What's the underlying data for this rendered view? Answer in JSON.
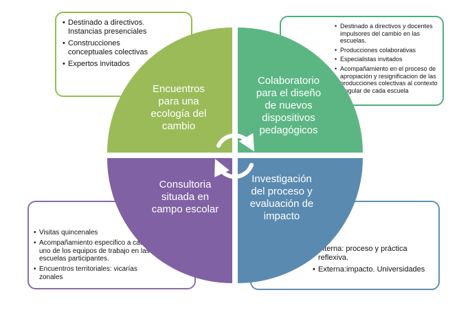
{
  "colors": {
    "green_light": "#9bbb59",
    "green": "#5cb683",
    "purple": "#8061a4",
    "blue": "#5b8ab0",
    "box_tl_border": "#8fbf4a",
    "box_tr_border": "#4caf7a",
    "box_bl_border": "#8a6aa8",
    "box_br_border": "#5f8fb0"
  },
  "quadrants": {
    "top_left": {
      "label": "Encuentros\npara una\necología del\ncambio"
    },
    "top_right": {
      "label": "Colaboratorio\npara  el diseño\nde nuevos\ndispositivos\npedagógicos"
    },
    "bottom_left": {
      "label": "Consultoria\nsituada en\ncampo escolar"
    },
    "bottom_right": {
      "label": "Investigación\ndel proceso y\nevaluación de\nimpacto"
    }
  },
  "boxes": {
    "top_left": {
      "items": [
        "Destinado a directivos.\nInstancias presenciales",
        "Construcciones\nconceptuales colectivas",
        "Expertos invitados"
      ]
    },
    "top_right": {
      "items": [
        "Destinado a directivos y docentes impulsores del cambio en las escuelas.",
        "Producciones colaborativas",
        "Especialistas invitados",
        "Acompañamiento en el proceso de apropiación y resignificacion de las producciones colectivas al contexto singular de cada escuela"
      ]
    },
    "bottom_left": {
      "items": [
        "Visitas quincenales",
        "Acompañamiento especifico a cada uno de los equipos de trabajo en las escuelas participantes.",
        "Encuentros territoriales: vicarías zonales"
      ]
    },
    "bottom_right": {
      "items": [
        "Interna: proceso y práctica reflexiva.",
        "Externa:impacto. Universidades"
      ]
    }
  },
  "center_icon": "cycle-arrows-icon"
}
